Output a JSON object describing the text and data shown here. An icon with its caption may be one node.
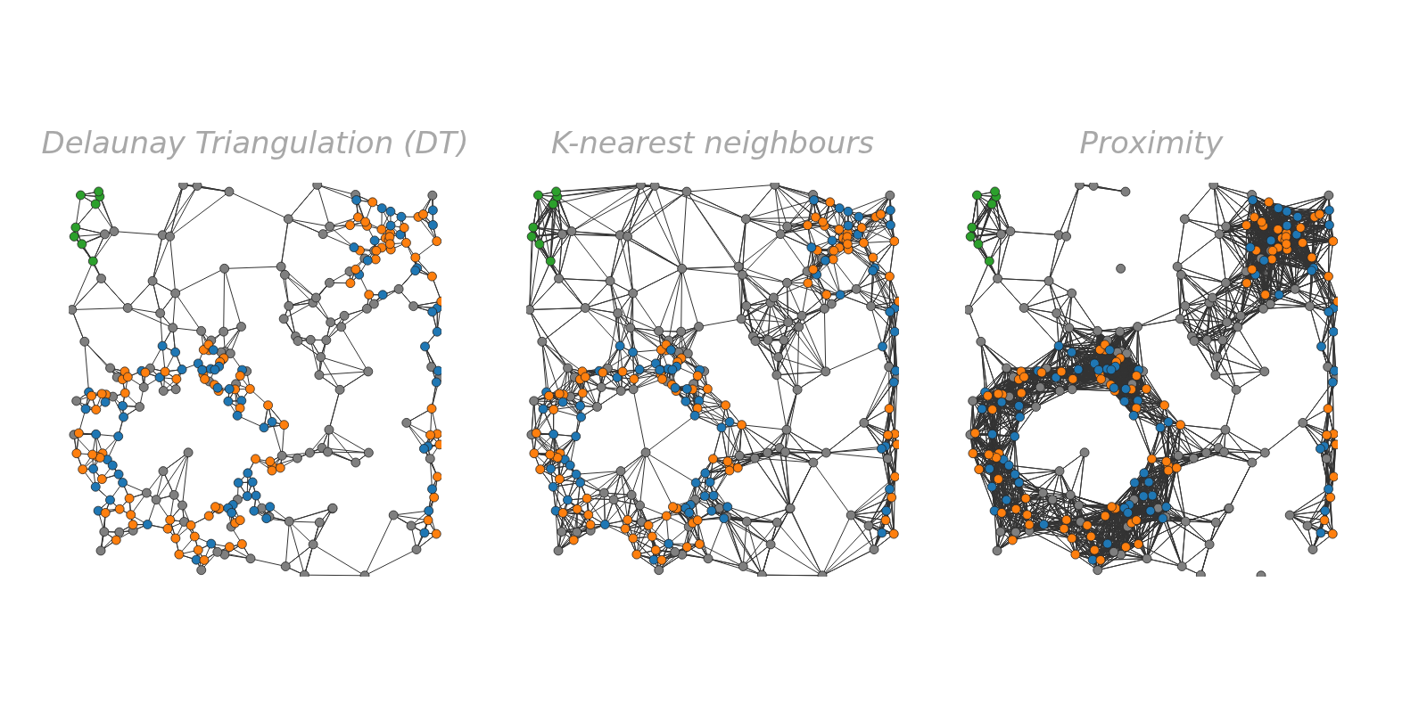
{
  "diagram": {
    "labels": [
      "Delaunay Triangulation (DT)",
      "K-nearest neighbours",
      "Proximity"
    ]
  }
}
